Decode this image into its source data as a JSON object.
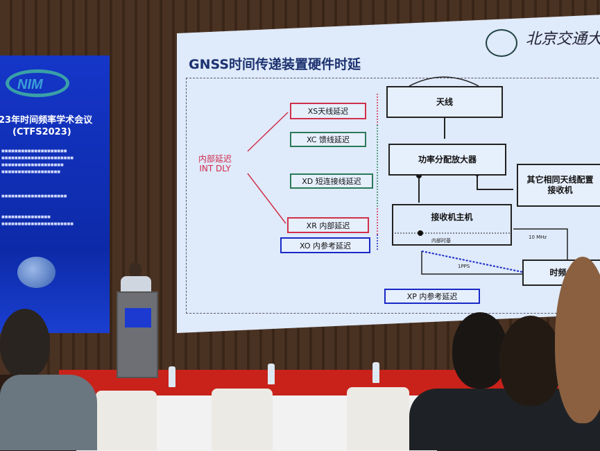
{
  "banner": {
    "logo_text": "NIM",
    "title": "23年时间频率学术会议",
    "subtitle": "(CTFS2023)"
  },
  "slide": {
    "title": "GNSS时间传递装置硬件时延",
    "university": "北京交通大",
    "boxes": {
      "antenna": "天线",
      "amplifier": "功率分配放大器",
      "other_receivers": "其它相同天线配置接收机",
      "receiver": "接收机主机",
      "internal_timebase": "内部时基",
      "time_freq_ref": "时频参"
    },
    "labels": {
      "xs": "XS天线延迟",
      "xc": "XC 馈线延迟",
      "xd": "XD 短连接线延迟",
      "xr": "XR 内部延迟",
      "xo": "XO 内参考延迟",
      "xp": "XP 内参考延迟",
      "int_cn": "内部延迟",
      "int_en": "INT DLY",
      "mhz": "10 MHz",
      "pps": "1PPS"
    }
  }
}
